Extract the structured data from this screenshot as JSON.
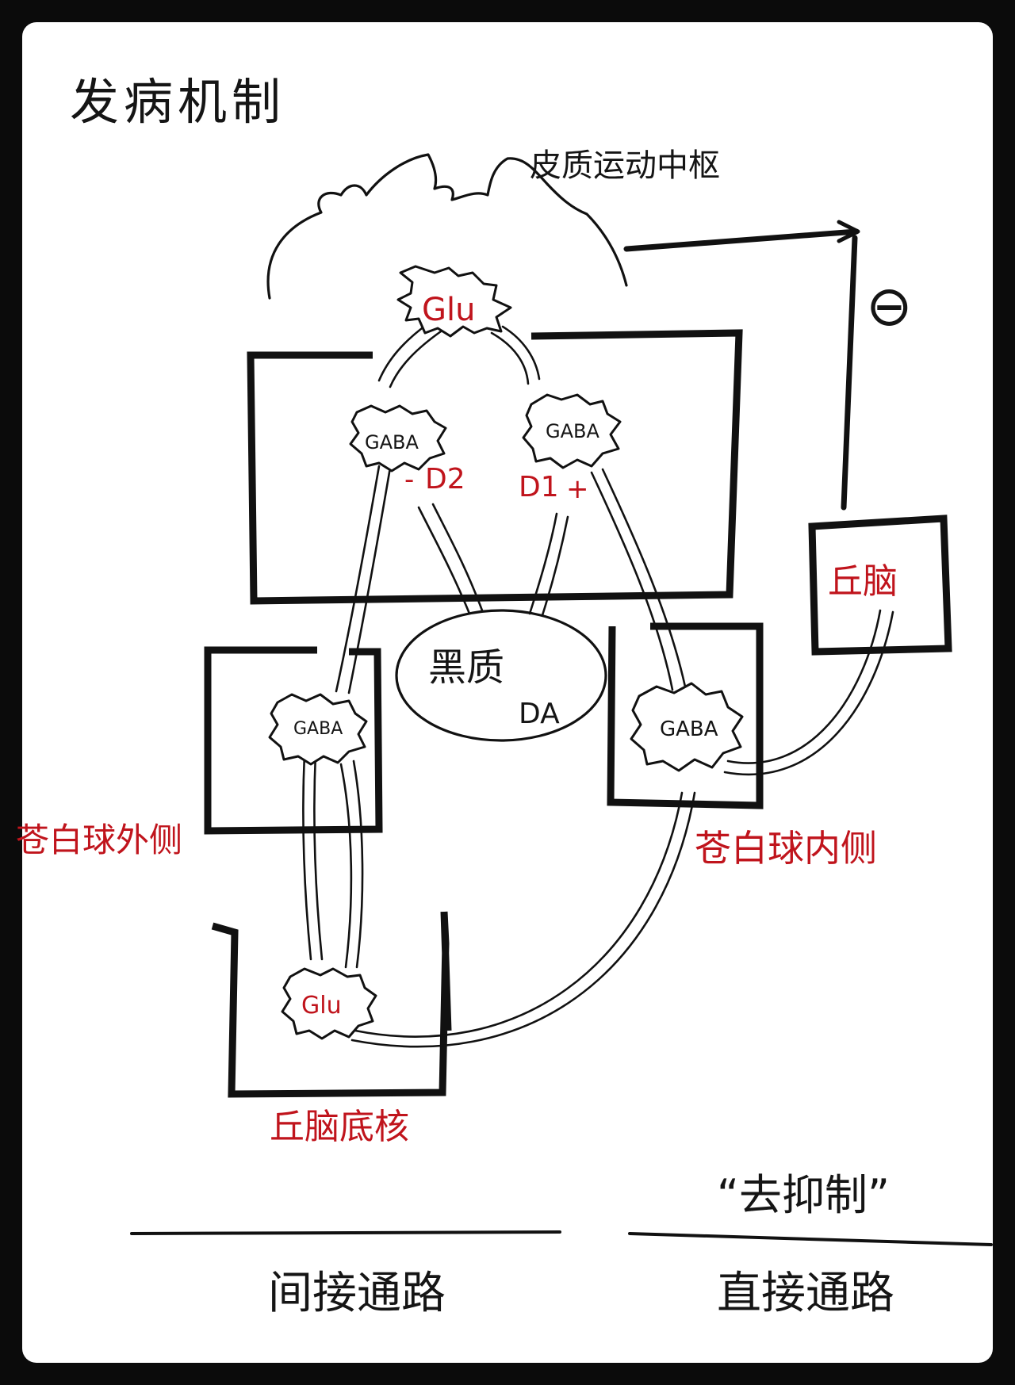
{
  "title": "发病机制",
  "cortex_label": "皮质运动中枢",
  "neurons": {
    "cortex": "Glu",
    "striatum_indirect": "GABA",
    "striatum_direct": "GABA",
    "gpe": "GABA",
    "gpi": "GABA",
    "stn": "Glu"
  },
  "receptors": {
    "d2": "D2",
    "d1": "D1"
  },
  "substantia_nigra": {
    "name": "黑质",
    "transmitter": "DA"
  },
  "regions": {
    "thalamus": "丘脑",
    "gpe": "苍白球外侧",
    "gpi": "苍白球内侧",
    "stn": "丘脑底核"
  },
  "signs": {
    "inhibit_d2": "-",
    "excite_d1": "+",
    "output": "⊖"
  },
  "footer": {
    "indirect": "间接通路",
    "direct": "直接通路",
    "disinhibition": "“去抑制”"
  },
  "colors": {
    "ink": "#111111",
    "red": "#c0141c",
    "paper": "#ffffff",
    "frame": "#0b0b0b"
  }
}
